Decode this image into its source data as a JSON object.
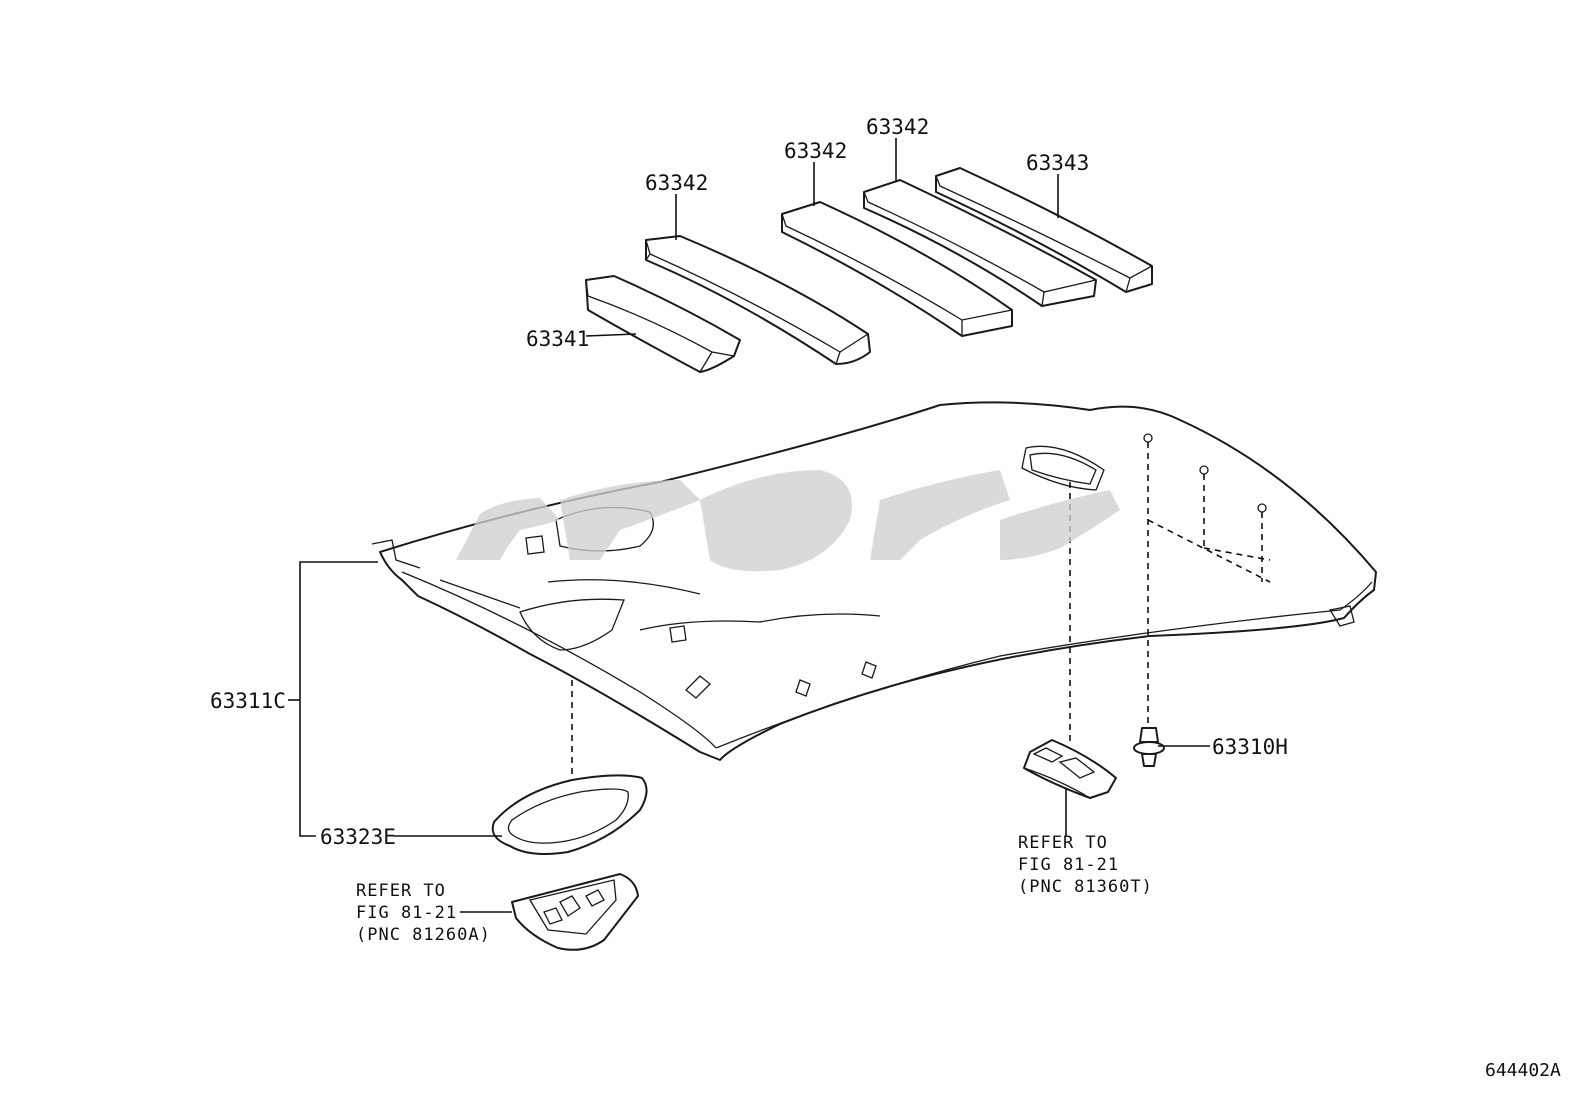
{
  "diagram": {
    "figure_code": "644402A",
    "callouts": {
      "pad_a": "63342",
      "pad_b": "63342",
      "pad_c": "63342",
      "pad_rear": "63343",
      "pad_front": "63341",
      "headlining": "63311C",
      "console_surround": "63323E",
      "clip": "63310H"
    },
    "references": {
      "front_lamp": {
        "line1": "REFER TO",
        "line2": "FIG 81-21",
        "line3": "(PNC 81260A)"
      },
      "rear_lamp": {
        "line1": "REFER TO",
        "line2": "FIG 81-21",
        "line3": "(PNC 81360T)"
      }
    }
  }
}
